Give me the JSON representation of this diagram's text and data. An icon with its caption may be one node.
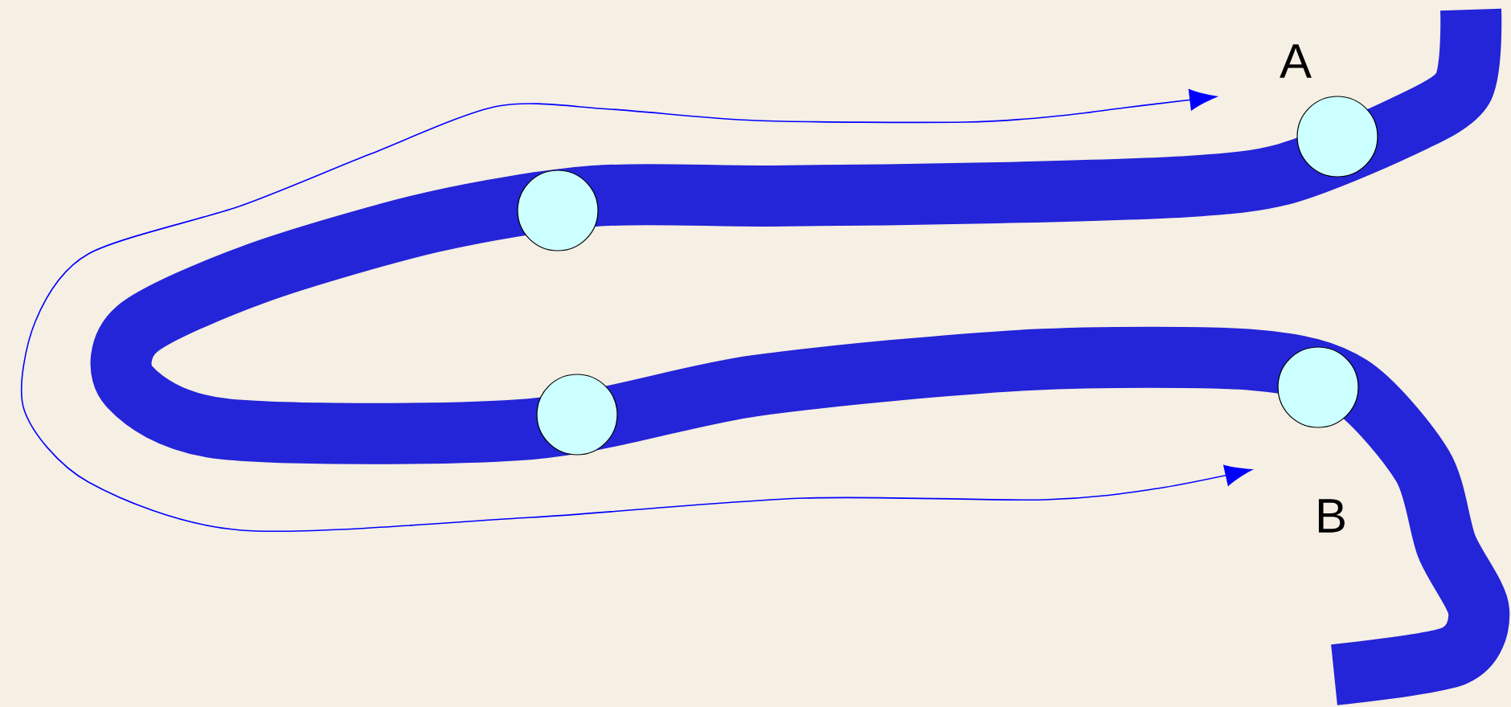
{
  "diagram": {
    "nodes": [
      {
        "text": [],
        "shape": "circle"
      },
      {
        "text": [],
        "shape": "circle"
      },
      {
        "text": [],
        "shape": "circle"
      },
      {
        "text": [],
        "shape": "circle"
      }
    ],
    "labels": [
      "A",
      "B"
    ]
  }
}
